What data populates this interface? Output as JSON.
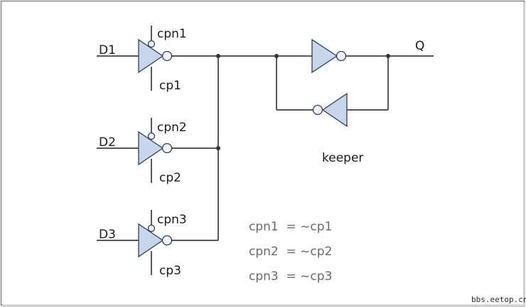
{
  "signals": {
    "d1": "D1",
    "d2": "D2",
    "d3": "D3",
    "q": "Q",
    "cpn1": "cpn1",
    "cp1": "cp1",
    "cpn2": "cpn2",
    "cp2": "cp2",
    "cpn3": "cpn3",
    "cp3": "cp3"
  },
  "keeper_label": "keeper",
  "equations": [
    "cpn1  = ~cp1",
    "cpn2  = ~cp2",
    "cpn3  = ~cp3"
  ],
  "watermark": "bbs.eetop.cn",
  "colors": {
    "gate_fill": "#c7d6ea",
    "gate_stroke": "#2f3f55",
    "wire": "#222222",
    "frame": "#8a8a8a"
  }
}
